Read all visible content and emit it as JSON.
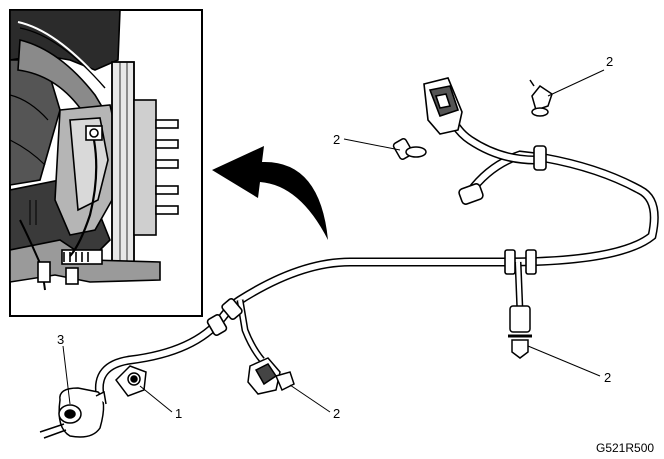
{
  "figure": {
    "code": "G521R500",
    "callouts": [
      {
        "label": "1"
      },
      {
        "label": "2"
      },
      {
        "label": "2"
      },
      {
        "label": "2"
      },
      {
        "label": "2"
      },
      {
        "label": "3"
      }
    ]
  }
}
